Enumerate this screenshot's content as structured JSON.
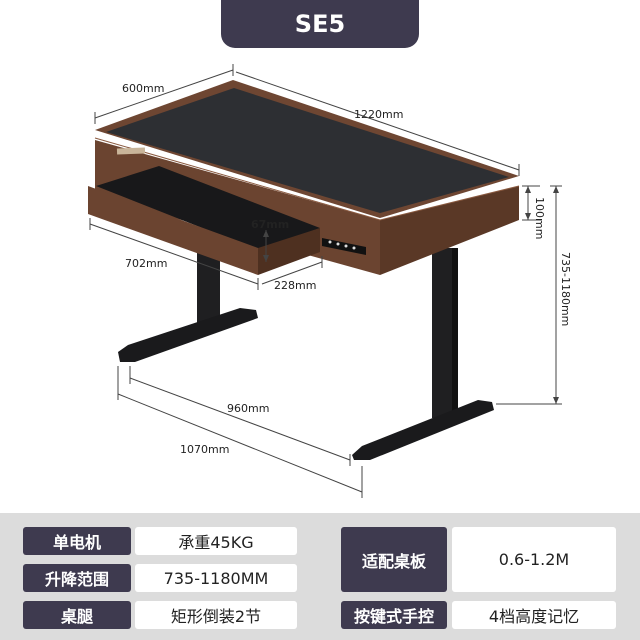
{
  "title": "SE5",
  "dimensions": {
    "depth": "600mm",
    "width": "1220mm",
    "panel_thickness": "100mm",
    "height_range": "735-1180mm",
    "drawer_thickness": "67mm",
    "drawer_width": "702mm",
    "drawer_depth": "228mm",
    "leg_inner_span": "960mm",
    "leg_outer_span": "1070mm"
  },
  "specs": {
    "motor_label": "单电机",
    "motor_value": "承重45KG",
    "lift_label": "升降范围",
    "lift_value": "735-1180MM",
    "legs_label": "桌腿",
    "legs_value": "矩形倒装2节",
    "fit_label": "适配桌板",
    "fit_value": "0.6-1.2M",
    "keypad_label": "按键式手控",
    "keypad_value": "4档高度记忆"
  },
  "colors": {
    "header_bg": "#3e3a4f",
    "panel_bg": "#dcdcdc",
    "wood": "#6b4430",
    "desktop": "#2d2f33",
    "frame": "#1f1f21"
  }
}
